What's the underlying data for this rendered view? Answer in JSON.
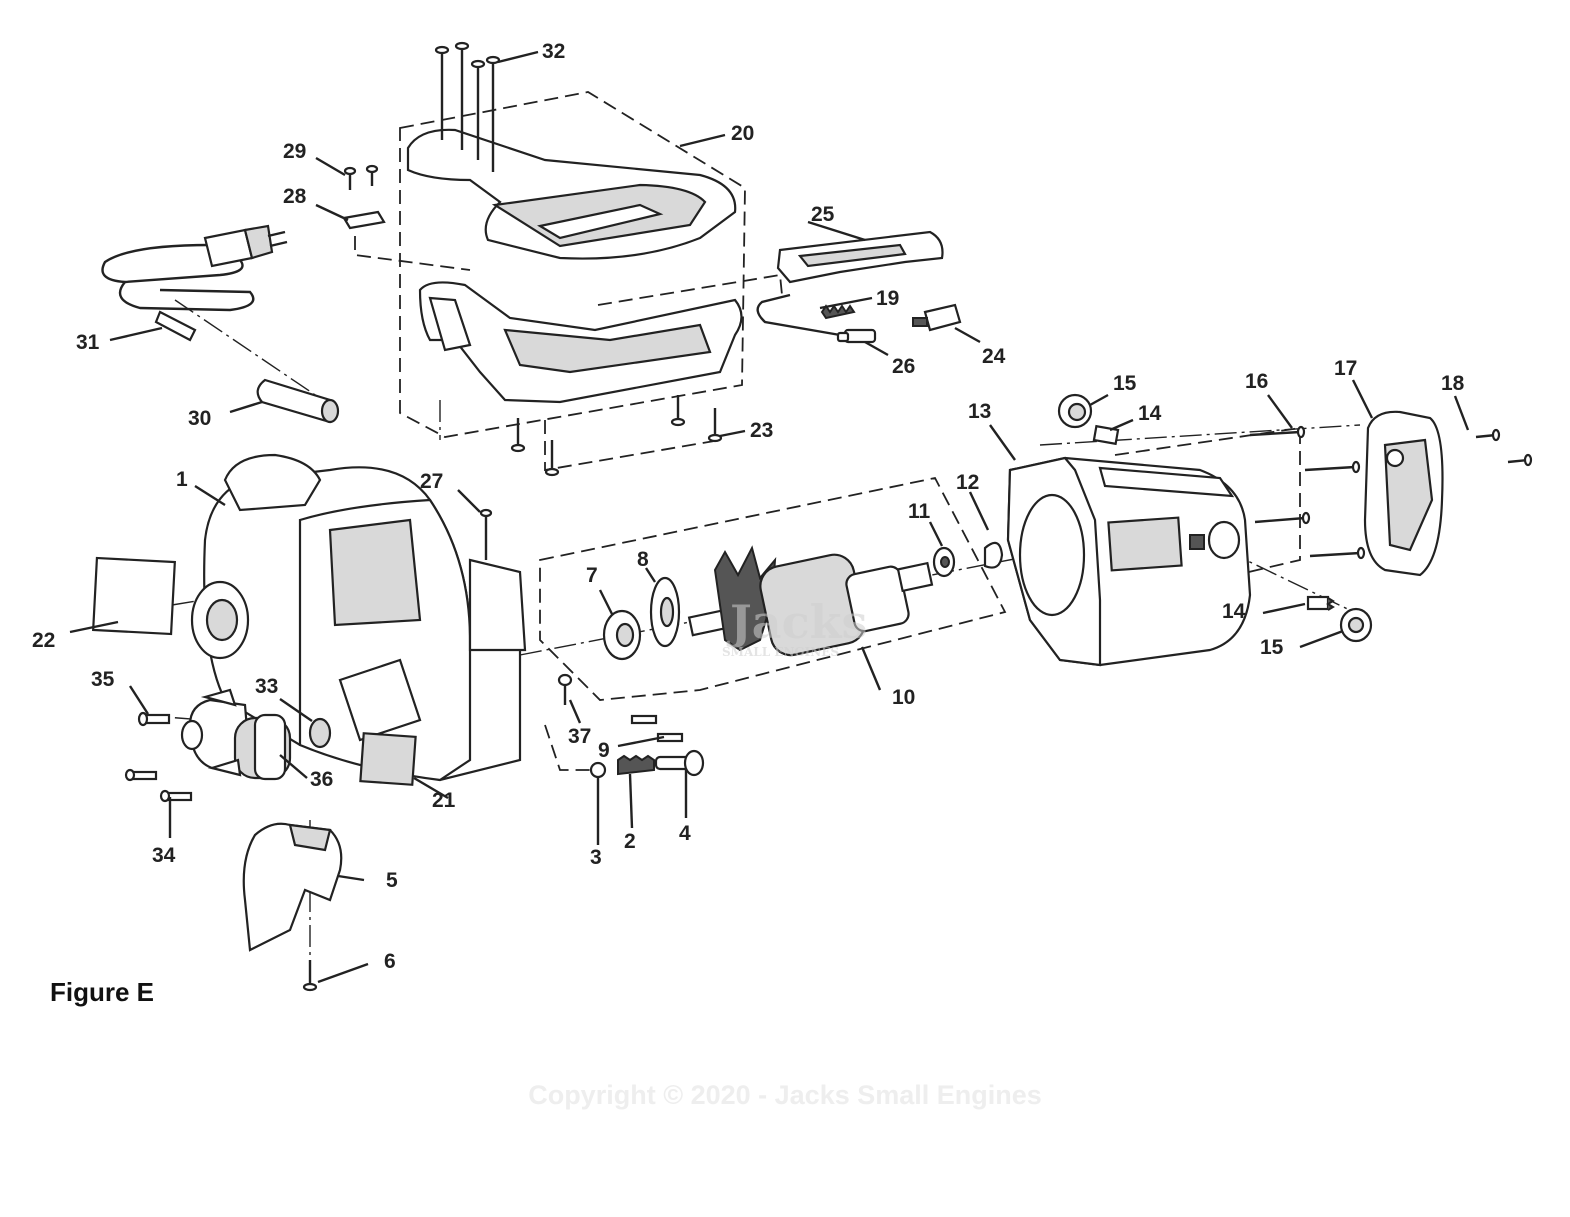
{
  "figure_title": "Figure E",
  "copyright": "Copyright © 2020 - Jacks Small Engines",
  "watermark": {
    "brand": "Jacks",
    "sub": "SMALL ENGINES"
  },
  "callouts": {
    "c1": "1",
    "c2": "2",
    "c3": "3",
    "c4": "4",
    "c5": "5",
    "c6": "6",
    "c7": "7",
    "c8": "8",
    "c9": "9",
    "c10": "10",
    "c11": "11",
    "c12": "12",
    "c13": "13",
    "c14a": "14",
    "c14b": "14",
    "c15a": "15",
    "c15b": "15",
    "c16": "16",
    "c17": "17",
    "c18": "18",
    "c19": "19",
    "c20": "20",
    "c21": "21",
    "c22": "22",
    "c23": "23",
    "c24": "24",
    "c25": "25",
    "c26": "26",
    "c27": "27",
    "c28": "28",
    "c29": "29",
    "c30": "30",
    "c31": "31",
    "c32": "32",
    "c33": "33",
    "c34": "34",
    "c35": "35",
    "c36": "36",
    "c37": "37"
  }
}
